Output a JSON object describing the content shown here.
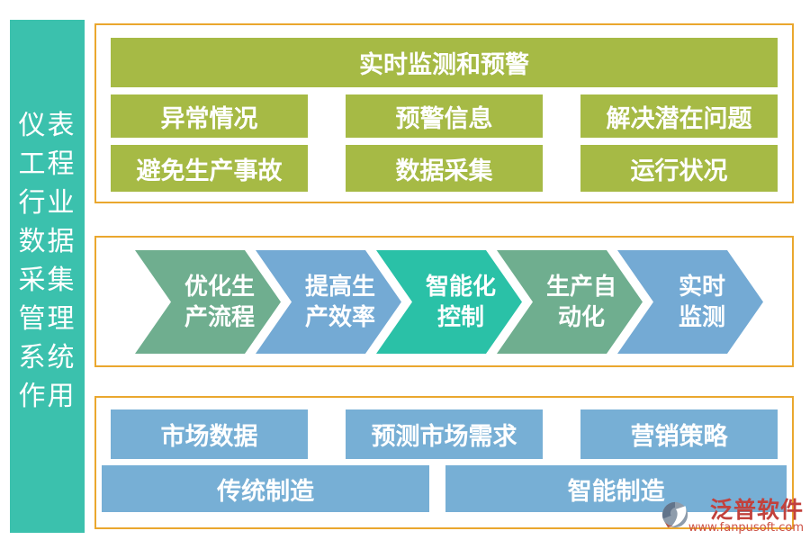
{
  "colors": {
    "sidebar_teal": "#3bc1ad",
    "panel_border_gold": "#eaa72e",
    "olive_green": "#a6ba45",
    "market_blue": "#77afd5",
    "arrow_green": "#6fae8f",
    "arrow_blue": "#74aad4",
    "arrow_teal": "#2ac1a7",
    "logo_red": "#c2413c",
    "logo_url_red": "#cd5246",
    "text_white": "#ffffff"
  },
  "sidebar": {
    "title": "仪表工程行业数据采集管理系统作用"
  },
  "monitor": {
    "header": "实时监测和预警",
    "row1": [
      "异常情况",
      "预警信息",
      "解决潜在问题"
    ],
    "row2": [
      "避免生产事故",
      "数据采集",
      "运行状况"
    ]
  },
  "process": {
    "steps": [
      {
        "line1": "优化生",
        "line2": "产流程",
        "color": "#6fae8f"
      },
      {
        "line1": "提高生",
        "line2": "产效率",
        "color": "#74aad4"
      },
      {
        "line1": "智能化",
        "line2": "控制",
        "color": "#2ac1a7"
      },
      {
        "line1": "生产自",
        "line2": "动化",
        "color": "#6fae8f"
      },
      {
        "line1": "实时",
        "line2": "监测",
        "color": "#74aad4"
      }
    ]
  },
  "market": {
    "row1": [
      "市场数据",
      "预测市场需求",
      "营销策略"
    ],
    "row2": [
      "传统制造",
      "智能制造"
    ]
  },
  "logo": {
    "name": "泛普软件",
    "url": "www.fanpusoft.com",
    "icon": "fanpu-circle-swoosh-icon"
  }
}
